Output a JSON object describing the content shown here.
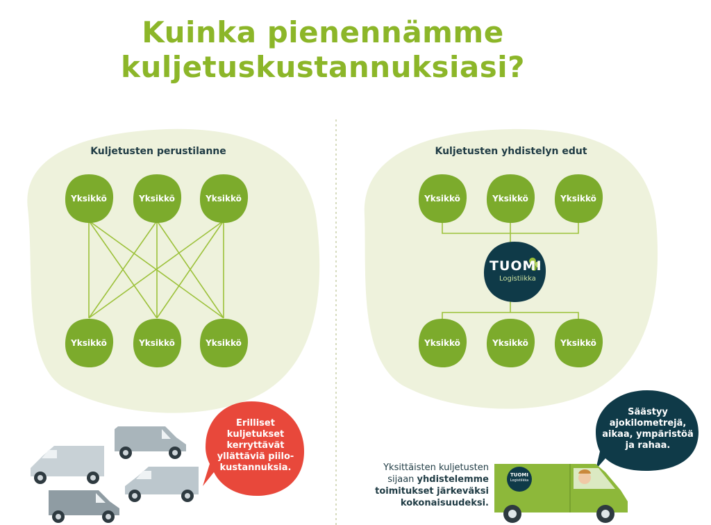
{
  "title": {
    "line1": "Kuinka pienennämme",
    "line2": "kuljetuskustannuksiasi?"
  },
  "left_panel": {
    "heading": "Kuljetusten perustilanne",
    "top_nodes": [
      "Yksikkö",
      "Yksikkö",
      "Yksikkö"
    ],
    "bottom_nodes": [
      "Yksikkö",
      "Yksikkö",
      "Yksikkö"
    ],
    "speech_bubble": {
      "line1": "Erilliset",
      "line2": "kuljetukset",
      "line3": "kerryttävät",
      "line4": "yllättäviä piilo-",
      "line5": "kustannuksia."
    }
  },
  "right_panel": {
    "heading": "Kuljetusten yhdistelyn edut",
    "top_nodes": [
      "Yksikkö",
      "Yksikkö",
      "Yksikkö"
    ],
    "bottom_nodes": [
      "Yksikkö",
      "Yksikkö",
      "Yksikkö"
    ],
    "hub": {
      "brand": "TUOMI",
      "sub": "Logistiikka"
    },
    "speech_bubble": {
      "line1": "Säästyy",
      "line2": "ajokilometrejä,",
      "line3": "aikaa, ympäristöä",
      "line4": "ja rahaa."
    },
    "caption": {
      "line1": "Yksittäisten kuljetusten",
      "line2_plain": "sijaan ",
      "line2_bold": "yhdistelemme",
      "line3": "toimitukset järkeväksi",
      "line4": "kokonaisuudeksi."
    },
    "van_logo": {
      "brand": "TUOMI",
      "sub": "Logistiikka"
    }
  },
  "colors": {
    "title_green": "#8cb629",
    "node_green": "#7cab2c",
    "line_green": "#9cc13a",
    "panel_bg": "#eef2dc",
    "navy": "#0f3a48",
    "red": "#e8483b",
    "van_grey": "#bcc7cd",
    "van_green": "#8db83a"
  }
}
